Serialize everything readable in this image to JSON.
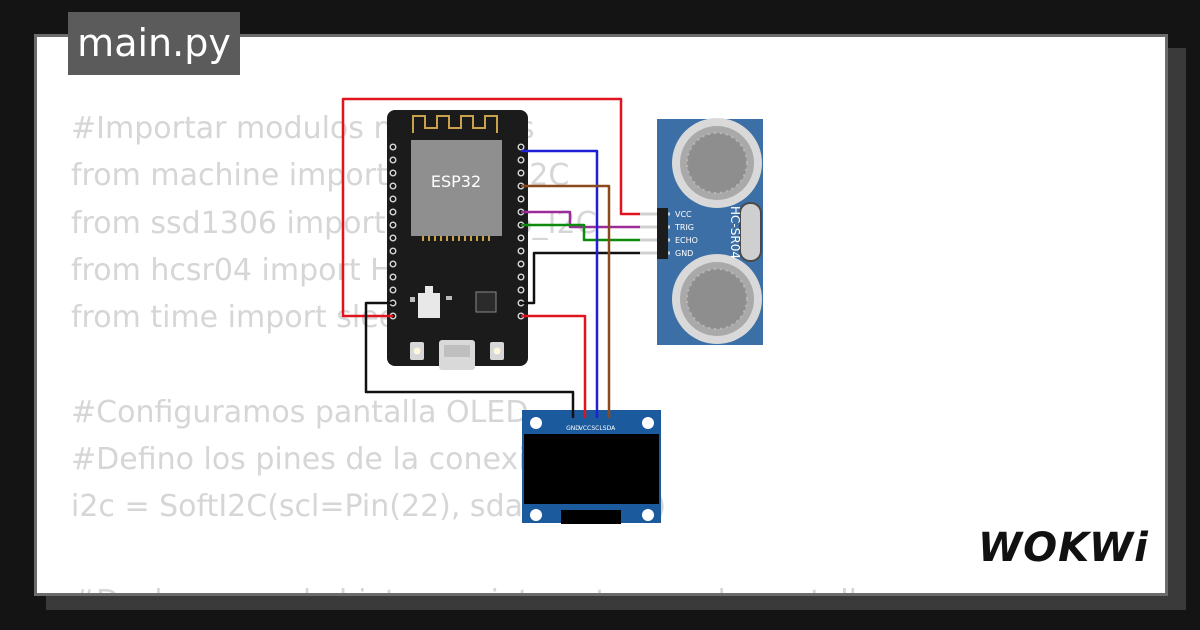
{
  "tab": {
    "label": "main.py"
  },
  "code_lines": [
    "#Importar modulos necesarios",
    "from machine import Pin, SoftI2C",
    "from ssd1306 import SSD1306_I2C",
    "from hcsr04 import HCSR04",
    "from time import sleep",
    "",
    "#Configuramos pantalla OLED",
    "#Defino los pines de la conexion",
    "i2c = SoftI2C(scl=Pin(22), sda=Pin(21))",
    "",
    "#Declaramos el objeto que interactua con la pantalla"
  ],
  "esp32": {
    "label": "ESP32"
  },
  "hcsr04": {
    "label": "HC-SR04",
    "pins": [
      "VCC",
      "TRIG",
      "ECHO",
      "GND"
    ]
  },
  "oled": {
    "pins": [
      "GND",
      "VCC",
      "SCL",
      "SDA"
    ]
  },
  "brand": {
    "logo": "WOKWi"
  },
  "colors": {
    "vcc": "#e0141e",
    "gnd": "#111111",
    "scl": "#1f1fd8",
    "sda": "#8b4a1c",
    "trig": "#9b2d9b",
    "echo": "#0e8a0e",
    "board": "#1b1b1b",
    "sensor": "#3c6fa6"
  }
}
